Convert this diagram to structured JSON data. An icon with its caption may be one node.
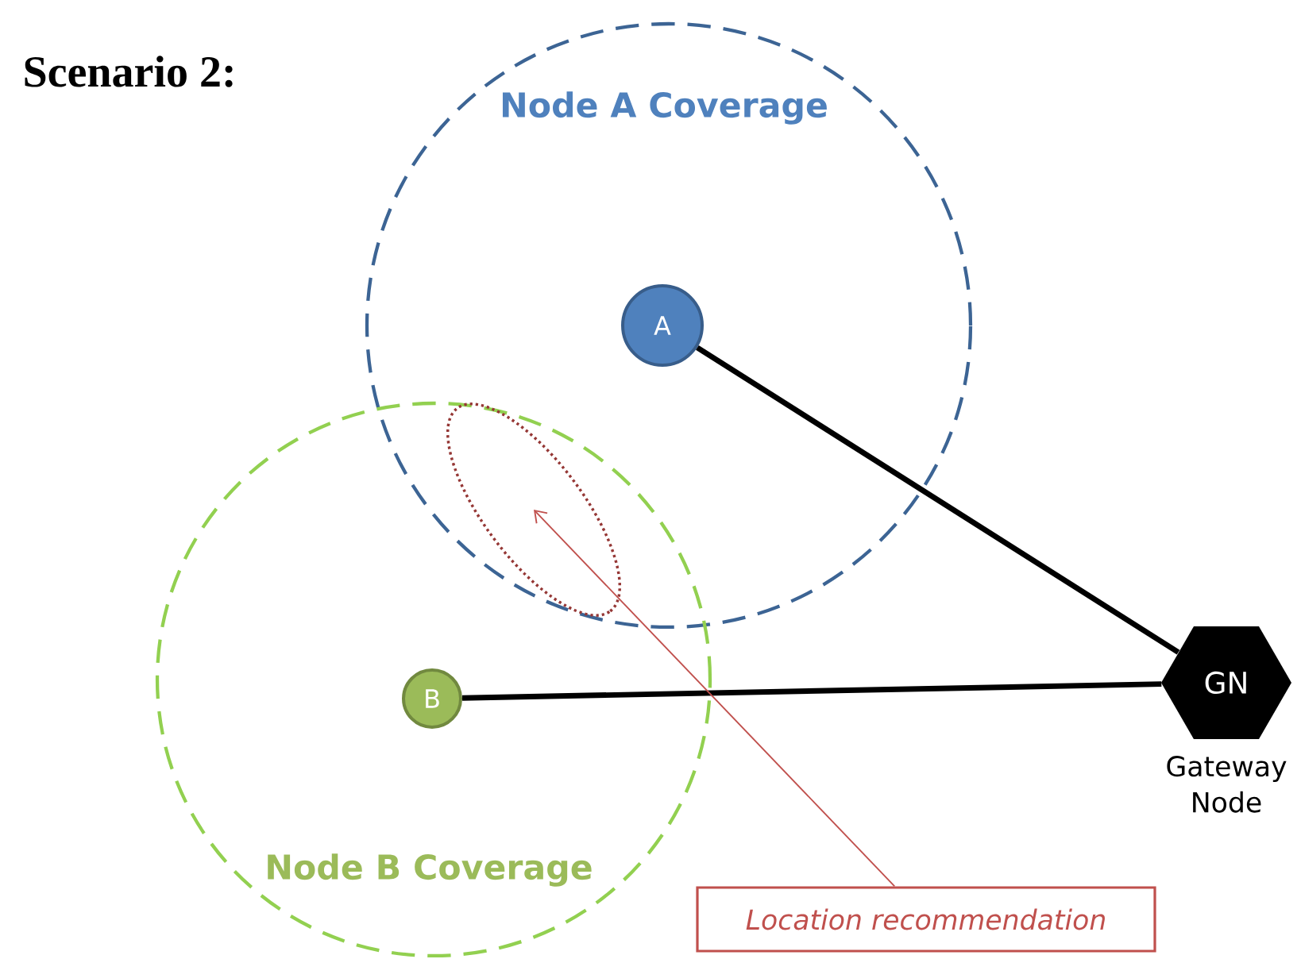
{
  "diagram": {
    "title": "Scenario 2:",
    "nodes": [
      {
        "text": [
          "Node A Coverage"
        ]
      },
      {
        "text": [
          "A"
        ],
        "in": 0
      },
      {
        "text": [
          "Node B Coverage"
        ]
      },
      {
        "text": [
          "B"
        ],
        "in": 2
      },
      {
        "text": [
          "GN"
        ],
        "beside": [
          "Gateway Node"
        ]
      },
      {
        "text": [],
        "shape": "ellipse"
      },
      {
        "text": [
          "Location recommendation"
        ]
      }
    ],
    "edges": [
      {
        "from": 1,
        "to": 4,
        "arrow": "none"
      },
      {
        "from": 3,
        "to": 4,
        "arrow": "none"
      },
      {
        "from": 6,
        "to": 5,
        "arrow": "to",
        "color": "#c0504d"
      }
    ]
  }
}
